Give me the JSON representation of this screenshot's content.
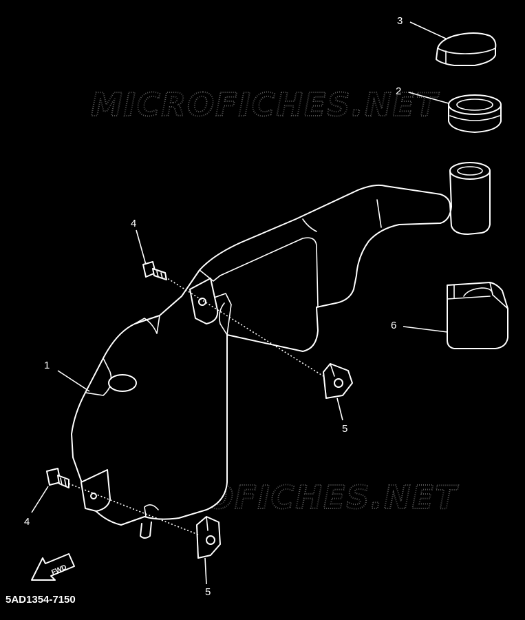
{
  "watermark": {
    "text": "MICROFICHES.NET",
    "color": "#5a5a5a"
  },
  "diagram_code": "5AD1354-7150",
  "forward_marker": {
    "label": "FWD",
    "icon": "forward-arrow-icon"
  },
  "callouts": [
    {
      "number": "1"
    },
    {
      "number": "2"
    },
    {
      "number": "3"
    },
    {
      "number": "4"
    },
    {
      "number": "4"
    },
    {
      "number": "5"
    },
    {
      "number": "5"
    },
    {
      "number": "6"
    }
  ],
  "colors": {
    "background": "#000000",
    "line": "#ffffff"
  }
}
